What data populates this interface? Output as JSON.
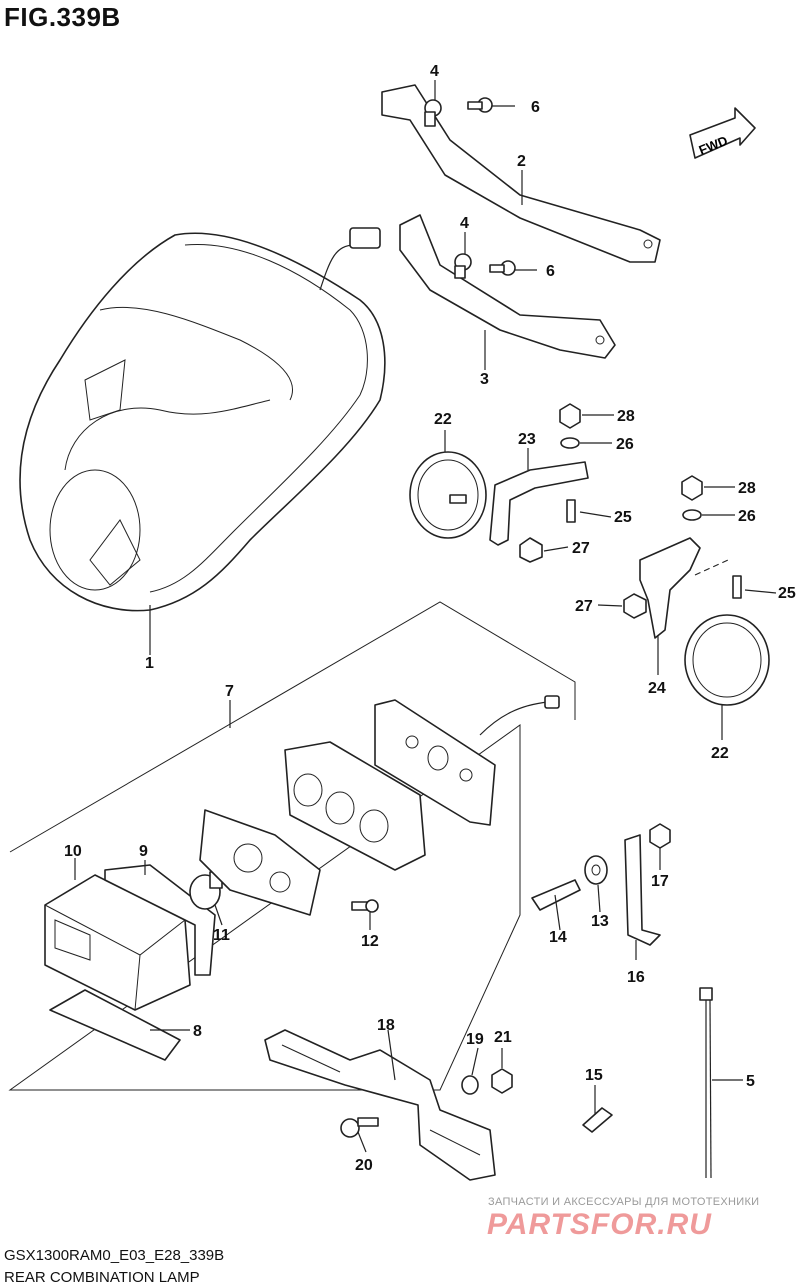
{
  "figure": {
    "title": "FIG.339B",
    "model_code": "GSX1300RAM0_E03_E28_339B",
    "caption": "REAR COMBINATION LAMP",
    "fwd_label": "FWD"
  },
  "callouts": [
    {
      "id": "c1",
      "label": "1"
    },
    {
      "id": "c2",
      "label": "2"
    },
    {
      "id": "c3",
      "label": "3"
    },
    {
      "id": "c4a",
      "label": "4"
    },
    {
      "id": "c4b",
      "label": "4"
    },
    {
      "id": "c5",
      "label": "5"
    },
    {
      "id": "c6a",
      "label": "6"
    },
    {
      "id": "c6b",
      "label": "6"
    },
    {
      "id": "c7",
      "label": "7"
    },
    {
      "id": "c8",
      "label": "8"
    },
    {
      "id": "c9",
      "label": "9"
    },
    {
      "id": "c10",
      "label": "10"
    },
    {
      "id": "c11",
      "label": "11"
    },
    {
      "id": "c12",
      "label": "12"
    },
    {
      "id": "c13",
      "label": "13"
    },
    {
      "id": "c14",
      "label": "14"
    },
    {
      "id": "c15",
      "label": "15"
    },
    {
      "id": "c16",
      "label": "16"
    },
    {
      "id": "c17",
      "label": "17"
    },
    {
      "id": "c18",
      "label": "18"
    },
    {
      "id": "c19",
      "label": "19"
    },
    {
      "id": "c20",
      "label": "20"
    },
    {
      "id": "c21",
      "label": "21"
    },
    {
      "id": "c22a",
      "label": "22"
    },
    {
      "id": "c22b",
      "label": "22"
    },
    {
      "id": "c23",
      "label": "23"
    },
    {
      "id": "c24",
      "label": "24"
    },
    {
      "id": "c25a",
      "label": "25"
    },
    {
      "id": "c25b",
      "label": "25"
    },
    {
      "id": "c26a",
      "label": "26"
    },
    {
      "id": "c26b",
      "label": "26"
    },
    {
      "id": "c27a",
      "label": "27"
    },
    {
      "id": "c27b",
      "label": "27"
    },
    {
      "id": "c28a",
      "label": "28"
    },
    {
      "id": "c28b",
      "label": "28"
    }
  ],
  "watermark": {
    "tagline": "ЗАПЧАСТИ И АКСЕССУАРЫ ДЛЯ МОТОТЕХНИКИ",
    "logo": "PARTSFOR.RU",
    "logo_color": "#ef9a9a"
  }
}
